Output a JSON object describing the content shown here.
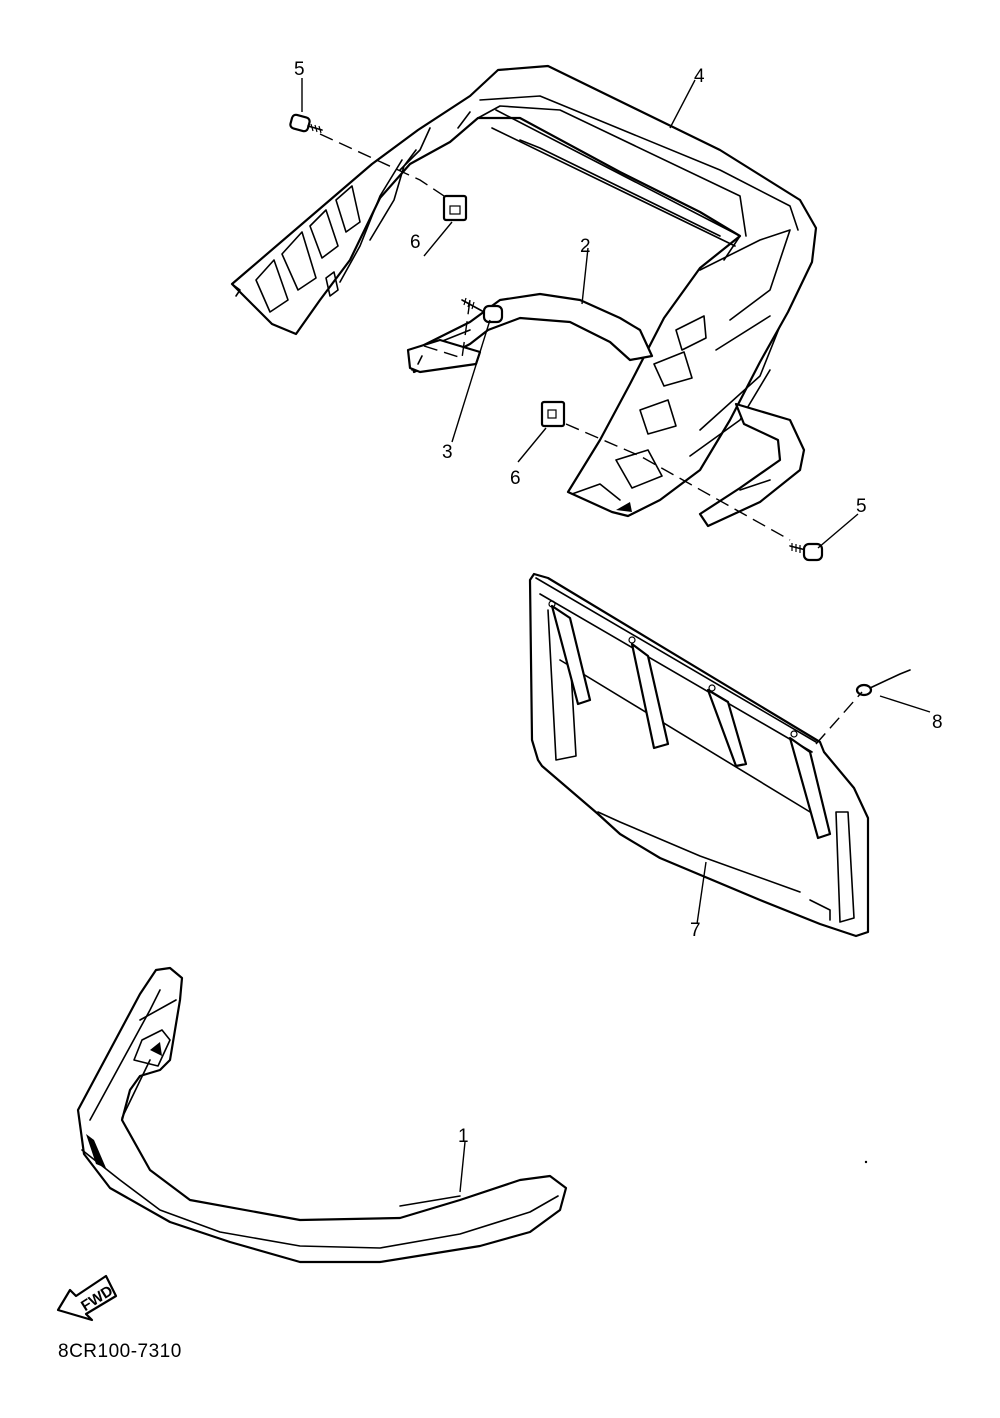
{
  "diagram": {
    "callouts": [
      "1",
      "2",
      "3",
      "4",
      "5",
      "5",
      "6",
      "6",
      "7",
      "8"
    ],
    "fwd_label": "FWD",
    "diagram_code": "8CR100-7310"
  }
}
